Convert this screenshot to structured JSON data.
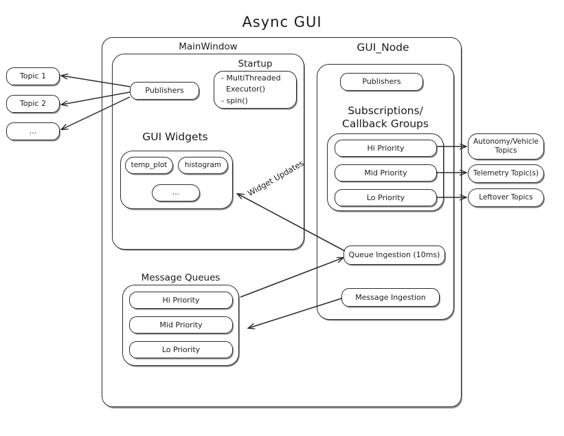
{
  "diagram": {
    "title": "Async  GUI",
    "type": "architecture-block-diagram"
  },
  "left_topics": [
    {
      "label": "Topic 1"
    },
    {
      "label": "Topic 2"
    },
    {
      "label": "..."
    }
  ],
  "main_window": {
    "title": "MainWindow",
    "publishers": {
      "label": "Publishers"
    },
    "startup": {
      "title": "Startup",
      "items": "- MultiThreaded\n  Executor()\n- spin()"
    },
    "gui_widgets": {
      "title": "GUI Widgets",
      "widgets": [
        {
          "label": "temp_plot"
        },
        {
          "label": "histogram"
        },
        {
          "label": "..."
        }
      ]
    },
    "message_queues": {
      "title": "Message Queues",
      "queues": [
        {
          "label": "Hi Priority"
        },
        {
          "label": "Mid Priority"
        },
        {
          "label": "Lo Priority"
        }
      ]
    }
  },
  "gui_node": {
    "title": "GUI_Node",
    "publishers": {
      "label": "Publishers"
    },
    "subscriptions": {
      "title": "Subscriptions/\nCallback Groups",
      "title_line1": "Subscriptions/",
      "title_line2": "Callback Groups",
      "groups": [
        {
          "label": "Hi Priority"
        },
        {
          "label": "Mid Priority"
        },
        {
          "label": "Lo Priority"
        }
      ]
    },
    "queue_ingestion": {
      "label": "Queue Ingestion (10ms)"
    },
    "message_ingestion": {
      "label": "Message Ingestion"
    }
  },
  "right_topics": [
    {
      "label": "Autonomy/Vehicle\nTopics",
      "line1": "Autonomy/Vehicle",
      "line2": "Topics"
    },
    {
      "label": "Telemetry Topic(s)"
    },
    {
      "label": "Leftover Topics"
    }
  ],
  "edge_labels": {
    "widget_updates": "Widget Updates"
  },
  "colors": {
    "stroke": "#2b2b2b",
    "background": "#ffffff",
    "text": "#1b1b1b"
  }
}
